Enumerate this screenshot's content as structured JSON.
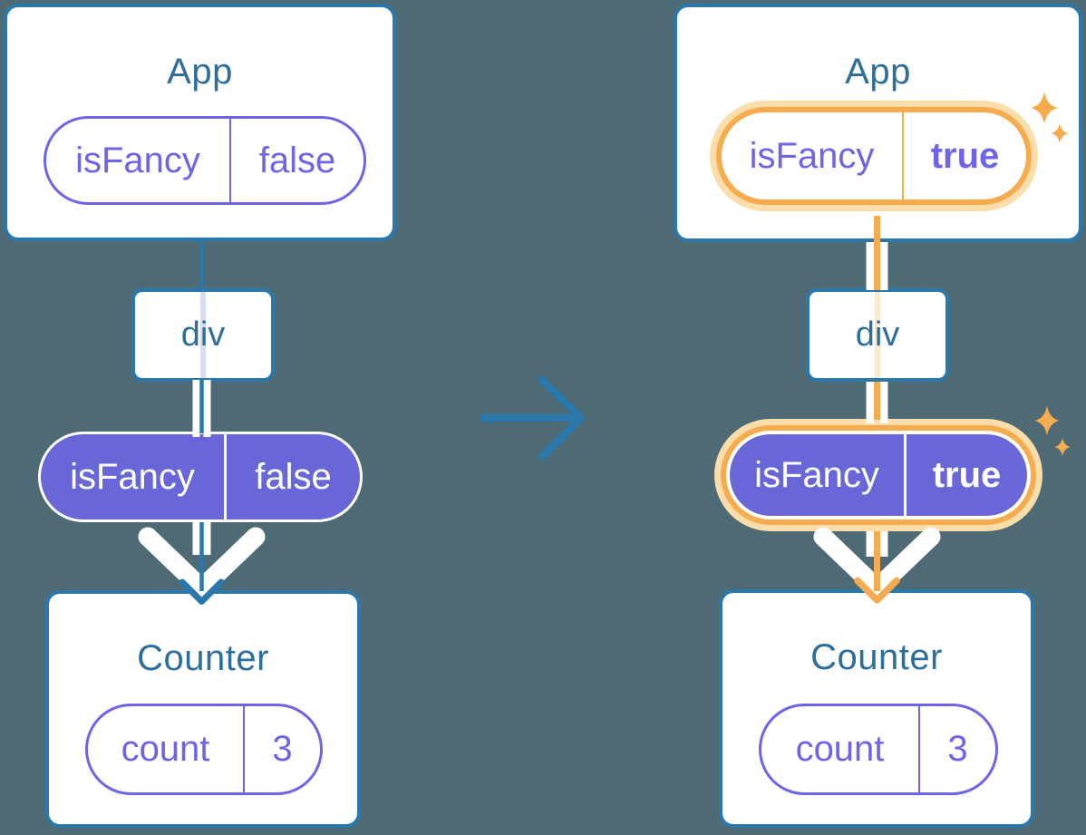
{
  "colors": {
    "background": "#4e6a74",
    "card_border": "#2b79ac",
    "title_text": "#2d6f9a",
    "purple": "#6e64e6",
    "purple_fill": "#6966d8",
    "orange": "#f5ab4e",
    "orange_glow": "#fbdda9",
    "orange_faded": "#fdeacc",
    "blue_faded": "#d5def2",
    "white": "#ffffff"
  },
  "icons": {
    "sparkle": "4-point-star",
    "transition": "right-arrow",
    "down_arrow": "chevron-down-arrow"
  },
  "before": {
    "app_title": "App",
    "app_state_name": "isFancy",
    "app_state_value": "false",
    "div_label": "div",
    "prop_name": "isFancy",
    "prop_value": "false",
    "counter_title": "Counter",
    "counter_state_name": "count",
    "counter_state_value": "3"
  },
  "after": {
    "app_title": "App",
    "app_state_name": "isFancy",
    "app_state_value": "true",
    "div_label": "div",
    "prop_name": "isFancy",
    "prop_value": "true",
    "counter_title": "Counter",
    "counter_state_name": "count",
    "counter_state_value": "3"
  }
}
